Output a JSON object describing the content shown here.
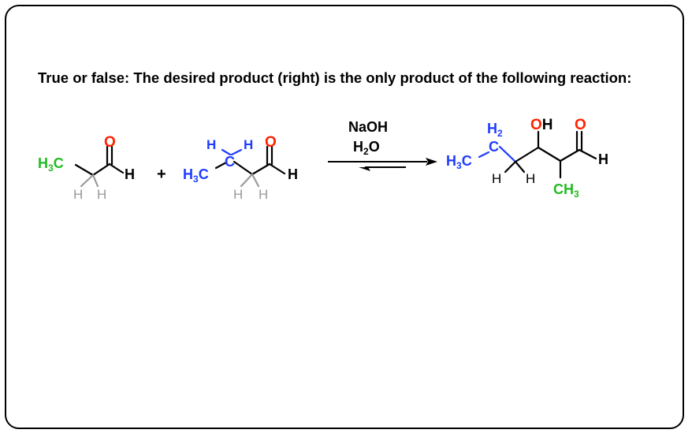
{
  "question": "True or false: The desired product (right) is the only product of the following reaction:",
  "plus_sign": "+",
  "reagents": {
    "line1": "NaOH",
    "line2_main": "H",
    "line2_sub": "2",
    "line2_end": "O"
  },
  "labels": {
    "methyl_H": "H",
    "methyl_sub": "3",
    "methyl_C": "C",
    "O": "O",
    "H": "H",
    "OH": "OH",
    "CH": "CH",
    "sub2": "2",
    "C": "C"
  },
  "colors": {
    "green": "#22bb22",
    "blue": "#1f3cff",
    "red": "#ff2200",
    "gray": "#999999",
    "black": "#000000"
  }
}
